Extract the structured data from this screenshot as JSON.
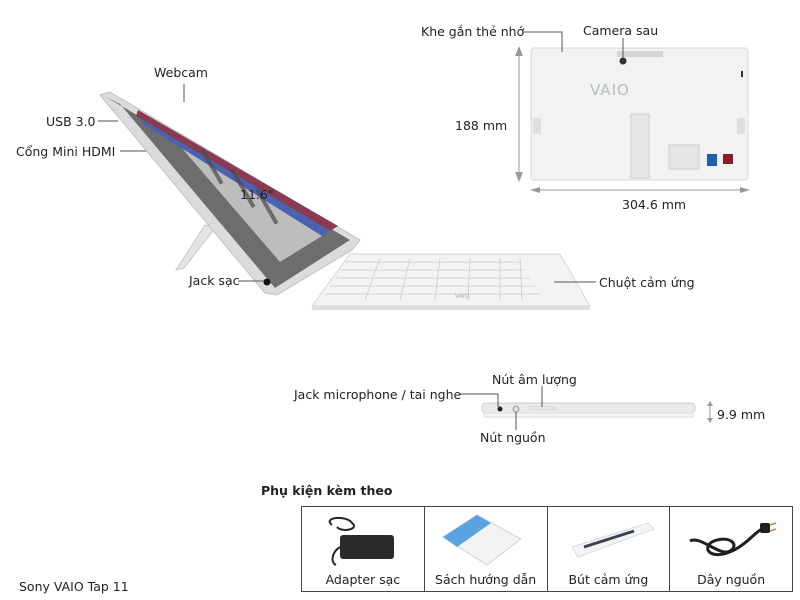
{
  "product": {
    "name": "Sony VAIO Tap 11"
  },
  "front_view": {
    "labels": {
      "webcam": "Webcam",
      "usb": "USB 3.0",
      "mini_hdmi": "Cổng Mini HDMI",
      "screen_size": "11.6\"",
      "charging_jack": "Jack sạc",
      "touchpad": "Chuột cảm ứng"
    }
  },
  "back_view": {
    "labels": {
      "memory_slot": "Khe gắn thẻ nhớ",
      "rear_camera": "Camera sau",
      "height": "188 mm",
      "width": "304.6 mm"
    },
    "logo": "VAIO"
  },
  "side_view": {
    "labels": {
      "volume_button": "Nút âm lượng",
      "audio_jack": "Jack microphone / tai nghe",
      "power_button": "Nút nguồn",
      "thickness": "9.9 mm"
    }
  },
  "accessories": {
    "title": "Phụ kiện kèm theo",
    "items": [
      {
        "label": "Adapter sạc",
        "icon": "power-adapter-icon"
      },
      {
        "label": "Sách hướng dẫn",
        "icon": "manual-book-icon"
      },
      {
        "label": "Bút cảm ứng",
        "icon": "stylus-pen-icon"
      },
      {
        "label": "Dây nguồn",
        "icon": "power-cord-icon"
      }
    ]
  }
}
